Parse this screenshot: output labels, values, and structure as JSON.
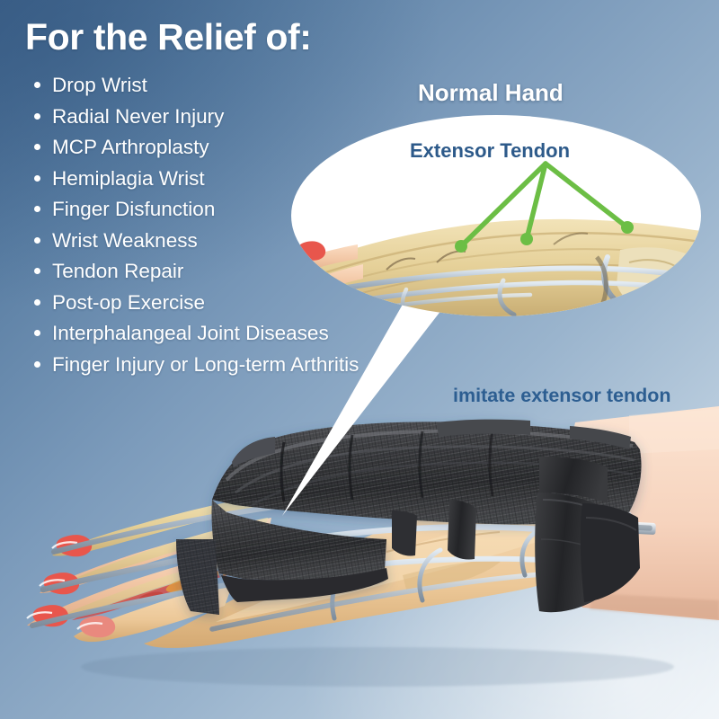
{
  "poster": {
    "headline": "For the Relief of:",
    "relief_items": [
      "Drop Wrist",
      "Radial Never Injury",
      "MCP Arthroplasty",
      "Hemiplagia Wrist",
      "Finger Disfunction",
      "Wrist Weakness",
      "Tendon Repair",
      "Post-op Exercise",
      "Interphalangeal Joint Diseases",
      "Finger Injury or Long-term Arthritis"
    ],
    "callout": {
      "title": "Normal Hand",
      "tendon_label": "Extensor Tendon",
      "pointer_color": "#6cbe45",
      "label_color": "#2d5a8a",
      "bubble_fill": "#ffffff"
    },
    "product_caption": "imitate extensor tendon",
    "colors": {
      "bg_top_left": "#41648c",
      "bg_mid": "#7c9bbb",
      "bg_bottom_right": "#e8eff5",
      "text_white": "#ffffff",
      "accent_blue": "#2d5e91",
      "green": "#6cbe45",
      "splint_black": "#2b2b2b",
      "skin": "#f1c9aa",
      "bone": "#e3cf9a",
      "nail_red": "#e8554a",
      "wire_silver": "#b9c6d2"
    }
  }
}
